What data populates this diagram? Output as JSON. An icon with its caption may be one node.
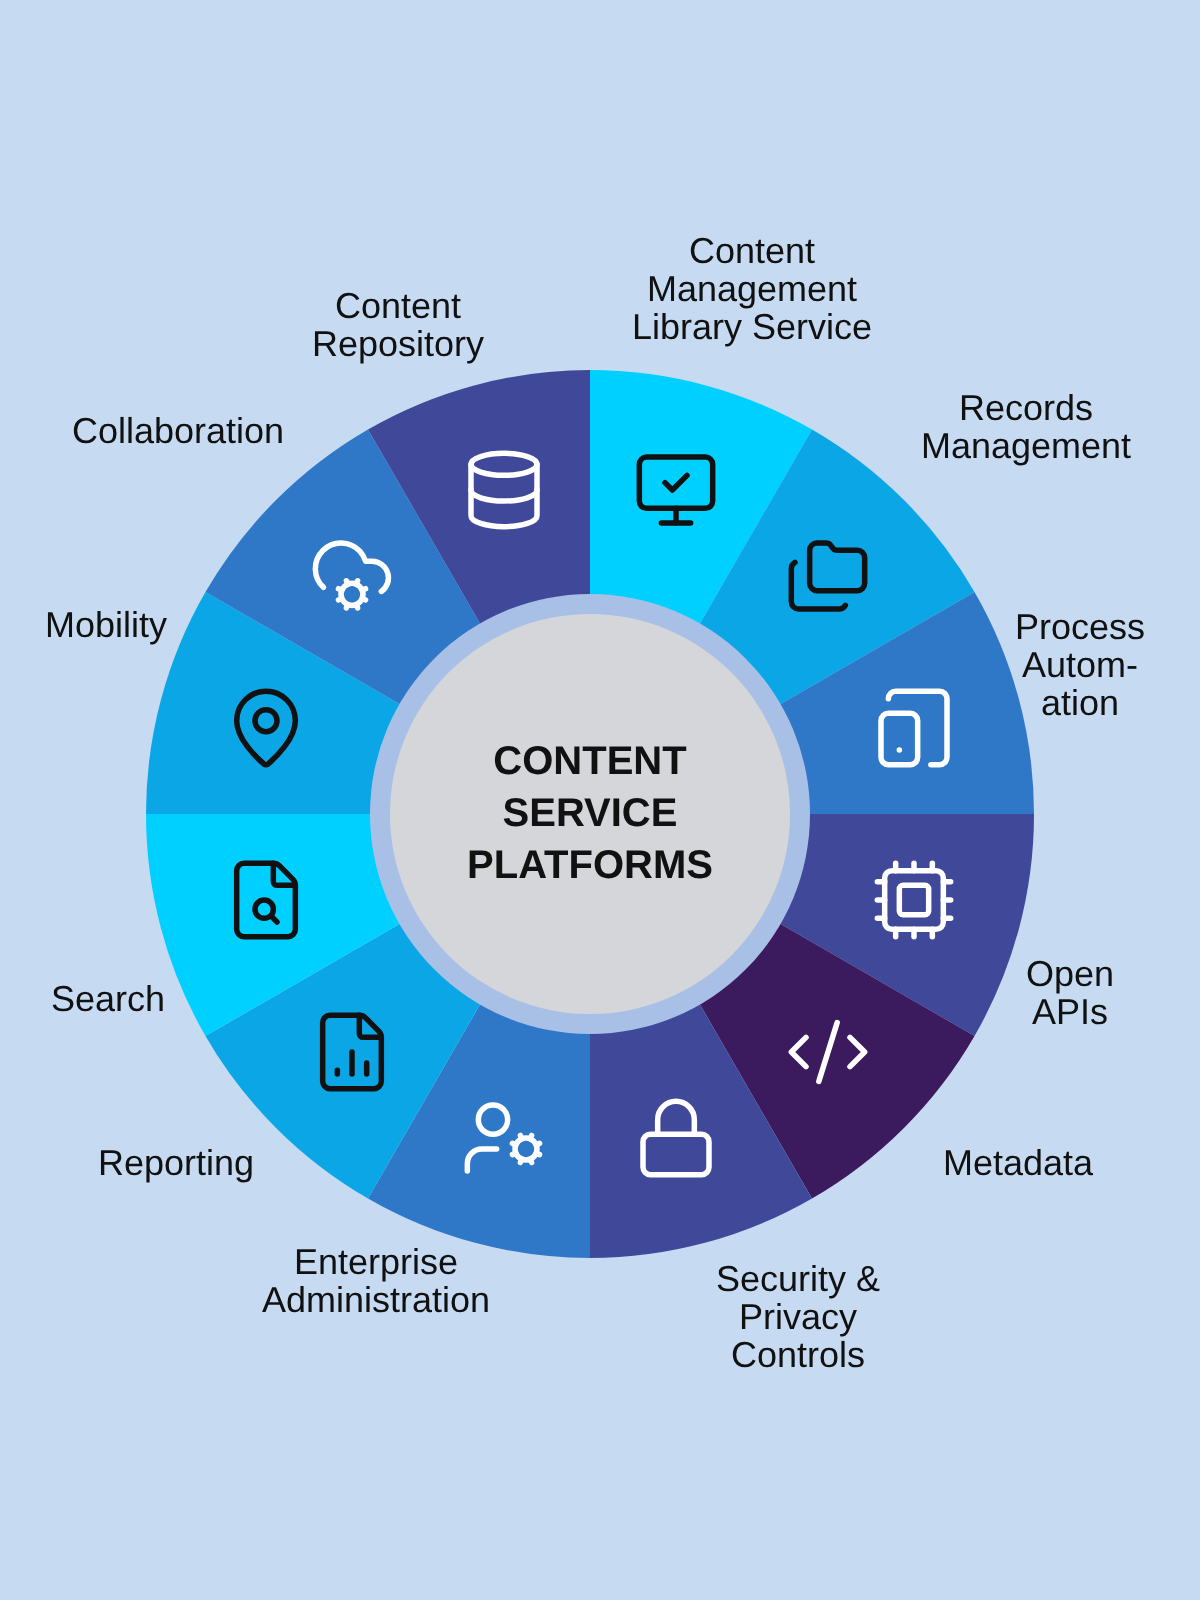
{
  "diagram": {
    "nodes": [
      {
        "text": [
          "CONTENT SERVICE PLATFORMS"
        ]
      },
      {
        "text": [
          "Content Management Library Service"
        ]
      },
      {
        "text": [
          "Records Management"
        ]
      },
      {
        "text": [
          "Process Autom-ation"
        ]
      },
      {
        "text": [
          "Open APIs"
        ]
      },
      {
        "text": [
          "Metadata"
        ]
      },
      {
        "text": [
          "Security & Privacy Controls"
        ]
      },
      {
        "text": [
          "Enterprise Administration"
        ]
      },
      {
        "text": [
          "Reporting"
        ]
      },
      {
        "text": [
          "Search"
        ]
      },
      {
        "text": [
          "Mobility"
        ]
      },
      {
        "text": [
          "Collaboration"
        ]
      },
      {
        "text": [
          "Content Repository"
        ]
      }
    ]
  }
}
